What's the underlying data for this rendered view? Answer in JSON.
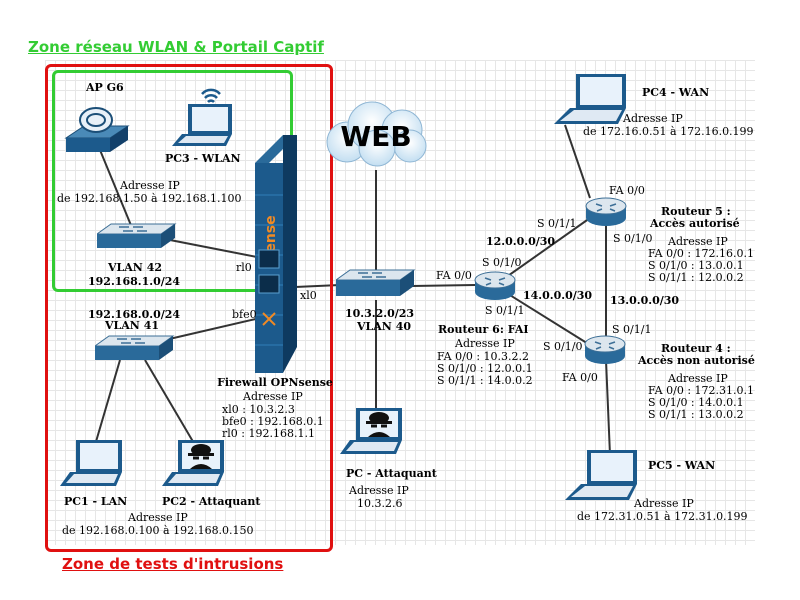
{
  "zones": {
    "wlan_title": "Zone réseau WLAN & Portail Captif",
    "intrusion_title": "Zone de tests d'intrusions",
    "wlan_color": "#33cc33",
    "intrusion_color": "#e01010"
  },
  "cloud": {
    "label": "WEB"
  },
  "firewall": {
    "brand": "sense",
    "name": "Firewall OPNsense",
    "addr_title": "Adresse IP",
    "addr_xl0": "xl0 : 10.3.2.3",
    "addr_bfe0": "bfe0 : 192.168.0.1",
    "addr_rl0": "rl0 : 192.168.1.1",
    "port_rl0": "rl0",
    "port_bfe0": "bfe0",
    "port_xl0": "xl0"
  },
  "ap": {
    "name": "AP G6",
    "addr_title": "Adresse IP",
    "range": "de 192.168.1.50   à 192.168.1.100"
  },
  "pc3": {
    "name": "PC3 - WLAN"
  },
  "vlan42": {
    "name": "VLAN 42",
    "subnet": "192.168.1.0/24"
  },
  "vlan41": {
    "subnet": "192.168.0.0/24",
    "name": "VLAN 41"
  },
  "pc1": {
    "name": "PC1 - LAN"
  },
  "pc2": {
    "name": "PC2 - Attaquant"
  },
  "lan_range": {
    "title": "Adresse IP",
    "range": "de 192.168.0.100 à 192.168.0.150"
  },
  "vlan40": {
    "subnet": "10.3.2.0/23",
    "name": "VLAN 40"
  },
  "pc_att": {
    "name": "PC - Attaquant",
    "addr_title": "Adresse IP",
    "addr": "10.3.2.6"
  },
  "r6": {
    "name": "Routeur 6: FAI",
    "addr_title": "Adresse IP",
    "fa": "FA 0/0 : 10.3.2.2",
    "s010": "S 0/1/0 : 12.0.0.1",
    "s011": "S 0/1/1 : 14.0.0.2",
    "port_fa": "FA 0/0",
    "port_s010": "S 0/1/0",
    "port_s011": "S 0/1/1"
  },
  "r5": {
    "name1": "Routeur 5 :",
    "name2": "Accès autorisé",
    "addr_title": "Adresse IP",
    "fa": "FA 0/0 : 172.16.0.1",
    "s010": "S 0/1/0 : 13.0.0.1",
    "s011": "S 0/1/1 : 12.0.0.2",
    "port_fa": "FA 0/0",
    "port_s011": "S 0/1/1",
    "port_s010": "S 0/1/0"
  },
  "r4": {
    "name1": "Routeur 4 :",
    "name2": "Accès non autorisé",
    "addr_title": "Adresse IP",
    "fa": "FA 0/0 : 172.31.0.1",
    "s010": "S 0/1/0 : 14.0.0.1",
    "s011": "S 0/1/1 : 13.0.0.2",
    "port_s011": "S 0/1/1",
    "port_s010": "S 0/1/0",
    "port_fa": "FA 0/0"
  },
  "links": {
    "net12": "12.0.0.0/30",
    "net14": "14.0.0.0/30",
    "net13": "13.0.0.0/30"
  },
  "pc4": {
    "name": "PC4 - WAN",
    "addr_title": "Adresse IP",
    "range": "de 172.16.0.51 à 172.16.0.199"
  },
  "pc5": {
    "name": "PC5 - WAN",
    "addr_title": "Adresse IP",
    "range": "de 172.31.0.51 à 172.31.0.199"
  }
}
